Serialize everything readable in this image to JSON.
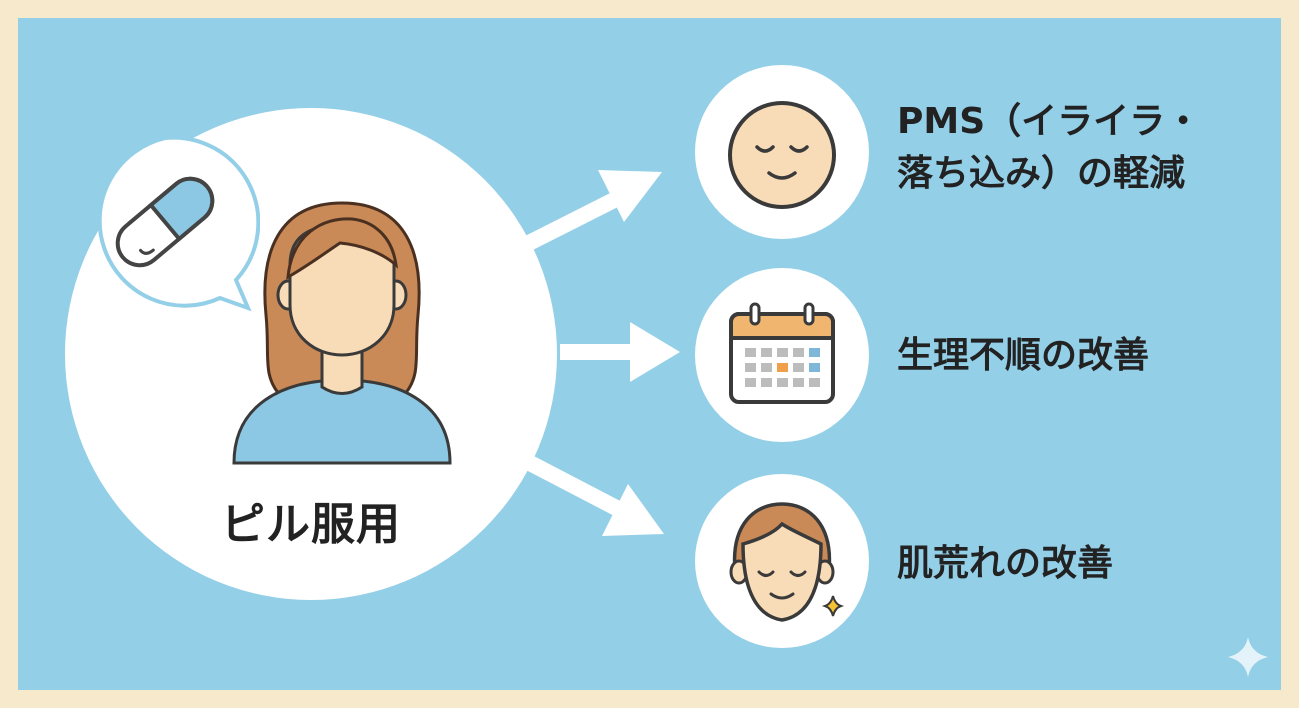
{
  "center": {
    "label": "ピル服用"
  },
  "effects": [
    {
      "line1": "PMS（イライラ・",
      "line2": "落ち込み）の軽減",
      "icon": "relaxed-face-icon"
    },
    {
      "label": "生理不順の改善",
      "icon": "calendar-icon"
    },
    {
      "label": "肌荒れの改善",
      "icon": "smiling-woman-face-icon"
    }
  ],
  "colors": {
    "background_frame": "#f6e9cc",
    "panel": "#94cfe8",
    "circle": "#ffffff",
    "skin": "#f8dcb8",
    "hair": "#c98a57",
    "shirt": "#8cc8e4",
    "calendar_header": "#f0b56e",
    "calendar_highlight": "#f0a04b",
    "calendar_accent": "#7fb7d8"
  }
}
